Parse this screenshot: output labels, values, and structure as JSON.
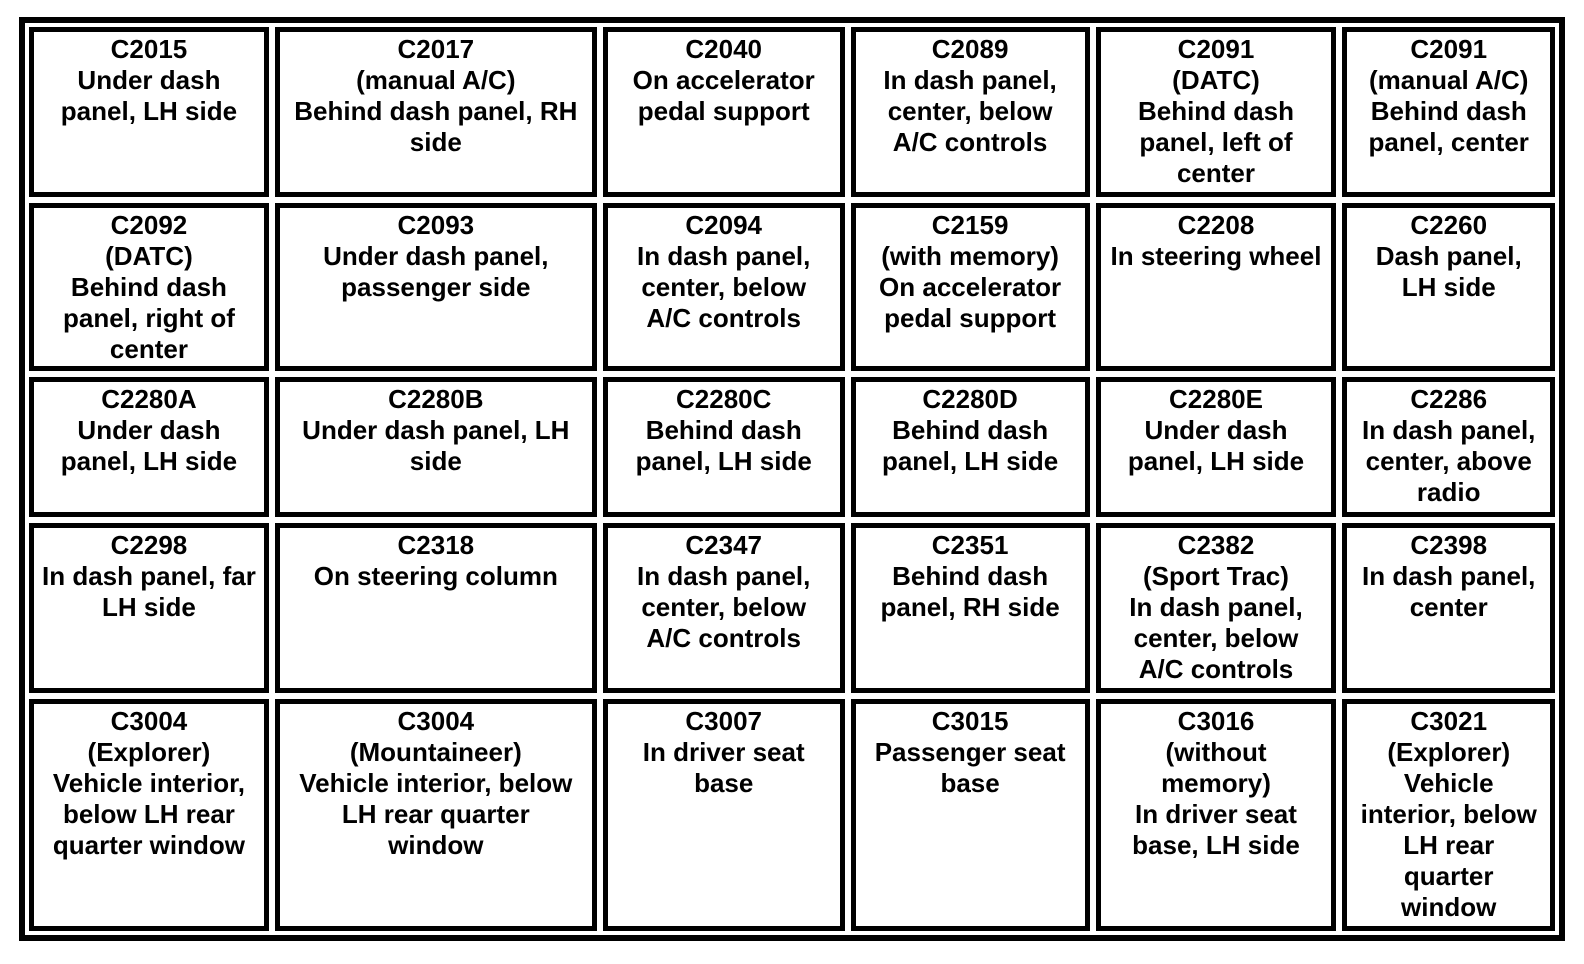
{
  "page": {
    "background_color": "#ffffff",
    "border_color": "#000000",
    "text_color": "#000000",
    "description": "Connector location table"
  },
  "table": {
    "columns": 6,
    "rows": [
      {
        "cells": [
          {
            "code": "C2015",
            "location": "Under dash panel, LH side",
            "lines": [
              "C2015",
              "Under dash",
              "panel, LH side"
            ]
          },
          {
            "code": "C2017",
            "location": "(manual A/C) Behind dash panel, RH side",
            "lines": [
              "C2017",
              "(manual A/C)",
              "Behind dash panel, RH",
              "side"
            ]
          },
          {
            "code": "C2040",
            "location": "On accelerator pedal support",
            "lines": [
              "C2040",
              "On accelerator",
              "pedal support"
            ]
          },
          {
            "code": "C2089",
            "location": "In dash panel, center, below A/C controls",
            "lines": [
              "C2089",
              "In dash panel,",
              "center, below",
              "A/C controls"
            ]
          },
          {
            "code": "C2091",
            "location": "(DATC) Behind dash panel, left of center",
            "lines": [
              "C2091",
              "(DATC)",
              "Behind dash",
              "panel, left of",
              "center"
            ]
          },
          {
            "code": "C2091",
            "location": "(manual A/C) Behind dash panel, center",
            "lines": [
              "C2091",
              "(manual A/C)",
              "Behind dash",
              "panel, center"
            ]
          }
        ]
      },
      {
        "cells": [
          {
            "code": "C2092",
            "location": "(DATC) Behind dash panel, right of center",
            "lines": [
              "C2092",
              "(DATC)",
              "Behind dash",
              "panel, right of",
              "center"
            ]
          },
          {
            "code": "C2093",
            "location": "Under dash panel, passenger side",
            "lines": [
              "C2093",
              "Under dash panel,",
              "passenger side"
            ]
          },
          {
            "code": "C2094",
            "location": "In dash panel, center, below A/C controls",
            "lines": [
              "C2094",
              "In dash panel,",
              "center, below",
              "A/C controls"
            ]
          },
          {
            "code": "C2159",
            "location": "(with memory) On accelerator pedal support",
            "lines": [
              "C2159",
              "(with memory)",
              "On accelerator",
              "pedal support"
            ]
          },
          {
            "code": "C2208",
            "location": "In steering wheel",
            "lines": [
              "C2208",
              "In steering wheel"
            ]
          },
          {
            "code": "C2260",
            "location": "Dash panel, LH side",
            "lines": [
              "C2260",
              "Dash panel,",
              "LH side"
            ]
          }
        ]
      },
      {
        "cells": [
          {
            "code": "C2280A",
            "location": "Under dash panel, LH side",
            "lines": [
              "C2280A",
              "Under dash",
              "panel, LH side"
            ]
          },
          {
            "code": "C2280B",
            "location": "Under dash panel, LH side",
            "lines": [
              "C2280B",
              "Under dash panel, LH",
              "side"
            ]
          },
          {
            "code": "C2280C",
            "location": "Behind dash panel, LH side",
            "lines": [
              "C2280C",
              "Behind dash",
              "panel, LH side"
            ]
          },
          {
            "code": "C2280D",
            "location": "Behind dash panel, LH side",
            "lines": [
              "C2280D",
              "Behind dash",
              "panel, LH side"
            ]
          },
          {
            "code": "C2280E",
            "location": "Under dash panel, LH side",
            "lines": [
              "C2280E",
              "Under dash",
              "panel, LH side"
            ]
          },
          {
            "code": "C2286",
            "location": "In dash panel, center, above radio",
            "lines": [
              "C2286",
              "In dash panel,",
              "center, above",
              "radio"
            ]
          }
        ]
      },
      {
        "cells": [
          {
            "code": "C2298",
            "location": "In dash panel, far LH side",
            "lines": [
              "C2298",
              "In dash panel, far",
              "LH side"
            ]
          },
          {
            "code": "C2318",
            "location": "On steering column",
            "lines": [
              "C2318",
              "On steering column"
            ]
          },
          {
            "code": "C2347",
            "location": "In dash panel, center, below A/C controls",
            "lines": [
              "C2347",
              "In dash panel,",
              "center, below",
              "A/C controls"
            ]
          },
          {
            "code": "C2351",
            "location": "Behind dash panel, RH side",
            "lines": [
              "C2351",
              "Behind dash",
              "panel, RH side"
            ]
          },
          {
            "code": "C2382",
            "location": "(Sport Trac) In dash panel, center, below A/C controls",
            "lines": [
              "C2382",
              "(Sport Trac)",
              "In dash panel,",
              "center, below",
              "A/C controls"
            ]
          },
          {
            "code": "C2398",
            "location": "In dash panel, center",
            "lines": [
              "C2398",
              "In dash panel,",
              "center"
            ]
          }
        ]
      },
      {
        "cells": [
          {
            "code": "C3004",
            "location": "(Explorer) Vehicle interior, below LH rear quarter window",
            "lines": [
              "C3004",
              "(Explorer)",
              "Vehicle interior,",
              "below LH rear",
              "quarter window"
            ]
          },
          {
            "code": "C3004",
            "location": "(Mountaineer) Vehicle interior, below LH rear quarter window",
            "lines": [
              "C3004",
              "(Mountaineer)",
              "Vehicle interior, below",
              "LH rear quarter",
              "window"
            ]
          },
          {
            "code": "C3007",
            "location": "In driver seat base",
            "lines": [
              "C3007",
              "In driver seat",
              "base"
            ]
          },
          {
            "code": "C3015",
            "location": "Passenger seat base",
            "lines": [
              "C3015",
              "Passenger seat",
              "base"
            ]
          },
          {
            "code": "C3016",
            "location": "(without memory) In driver seat base, LH side",
            "lines": [
              "C3016",
              "(without",
              "memory)",
              "In driver seat",
              "base, LH side"
            ]
          },
          {
            "code": "C3021",
            "location": "(Explorer) Vehicle interior, below LH rear quarter window",
            "lines": [
              "C3021",
              "(Explorer)",
              "Vehicle",
              "interior, below",
              "LH rear",
              "quarter",
              "window"
            ]
          }
        ]
      }
    ]
  }
}
